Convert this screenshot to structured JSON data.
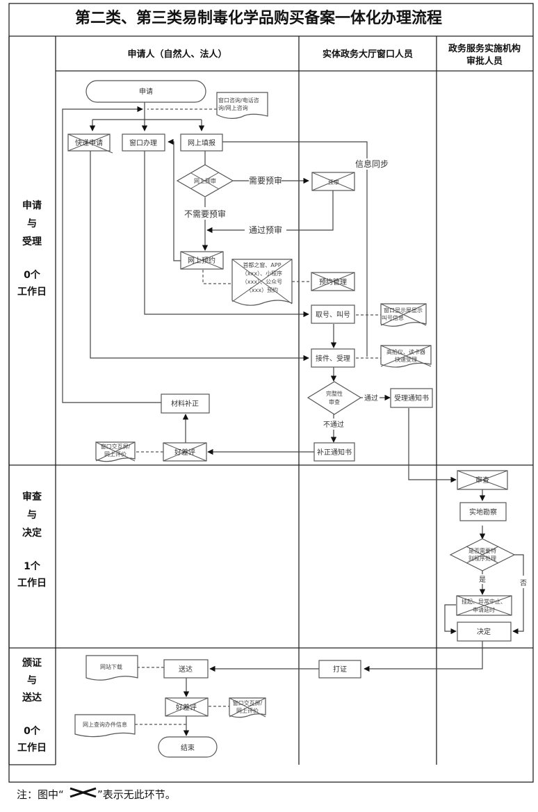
{
  "title": "第二类、第三类易制毒化学品购买备案一体化办理流程",
  "lanes": {
    "applicant": "申请人（自然人、法人）",
    "window_staff": "实体政务大厅窗口人员",
    "approver_line1": "政务服务实施机构",
    "approver_line2": "审批人员"
  },
  "phases": [
    {
      "name_lines": [
        "申请",
        "与",
        "受理"
      ],
      "days_line1": "0个",
      "days_line2": "工作日"
    },
    {
      "name_lines": [
        "审查",
        "与",
        "决定"
      ],
      "days_line1": "1个",
      "days_line2": "工作日"
    },
    {
      "name_lines": [
        "颁证",
        "与",
        "送达"
      ],
      "days_line1": "0个",
      "days_line2": "工作日"
    }
  ],
  "nodes": {
    "start": "申请",
    "consult_doc_1": "窗口咨询/电话咨",
    "consult_doc_2": "询/网上咨询",
    "express_apply": "快递申请",
    "window_handle": "窗口办理",
    "online_fill": "网上填报",
    "online_precheck": "网上预审",
    "precheck": "预审",
    "online_booking": "网上预约",
    "booking_doc_1": "首都之窗、APP",
    "booking_doc_2": "（xxx）、小程序",
    "booking_doc_3": "（xxx）、公众号",
    "booking_doc_4": "（xxx）预约",
    "booking_mgmt": "预约管理",
    "take_number": "取号、叫号",
    "screen_doc_1": "窗口显示屏显示",
    "screen_doc_2": "叫号信息",
    "receive": "接件、受理",
    "scanner_doc_1": "高拍仪、读卡器",
    "scanner_doc_2": "快速受理",
    "completeness_1": "完整性",
    "completeness_2": "审查",
    "accept_notice": "受理通知书",
    "correction_notice": "补正通知书",
    "material_fix": "材料补正",
    "rating_1": "好差评",
    "rating_doc_1a": "窗口交互屏/",
    "rating_doc_1b": "网上评价",
    "review": "审查",
    "site_inspect": "实地勘察",
    "special_1": "是否需要特",
    "special_2": "别程序处理",
    "suspend_1": "挂起、异常中止、",
    "suspend_2": "申请延时",
    "decision": "决定",
    "print_cert": "打证",
    "deliver": "送达",
    "web_download": "网站下载",
    "rating_2": "好差评",
    "rating_doc_2a": "窗口交互屏/",
    "rating_doc_2b": "网上评价",
    "online_query": "网上查询办件信息",
    "end": "结束"
  },
  "edges": {
    "need_precheck": "需要预审",
    "no_precheck": "不需要预审",
    "pass_precheck": "通过预审",
    "info_sync": "信息同步",
    "pass": "通过",
    "fail": "不通过",
    "yes": "是",
    "no": "否"
  },
  "note": {
    "prefix": "注：图中“",
    "suffix": "”表示无此环节。"
  }
}
